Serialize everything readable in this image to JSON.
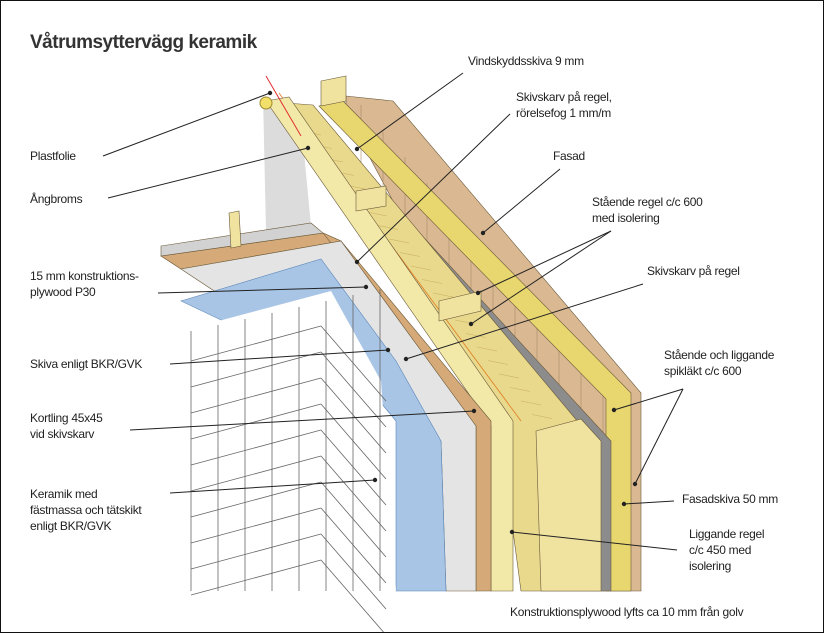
{
  "title": "Våtrumsyttervägg keramik",
  "labels": {
    "plastfolie": "Plastfolie",
    "angbroms": "Ångbroms",
    "vindskydd": "Vindskyddsskiva 9 mm",
    "skivskarv_rorelse_1": "Skivskarv på regel,",
    "skivskarv_rorelse_2": "rörelsefog 1 mm/m",
    "fasad": "Fasad",
    "staende_regel_1": "Stående regel c/c 600",
    "staende_regel_2": "med isolering",
    "skivskarv": "Skivskarv på regel",
    "plywood_1": "15 mm konstruktions-",
    "plywood_2": "plywood P30",
    "skiva_bkr": "Skiva enligt BKR/GVK",
    "spiklakt_1": "Stående och liggande",
    "spiklakt_2": "spikläkt c/c 600",
    "kortling_1": "Kortling 45x45",
    "kortling_2": "vid skivskarv",
    "keramik_1": "Keramik med",
    "keramik_2": "fästmassa och tätskikt",
    "keramik_3": "enligt BKR/GVK",
    "fasadskiva": "Fasadskiva 50 mm",
    "liggande_1": "Liggande regel",
    "liggande_2": "c/c 450 med",
    "liggande_3": "isolering",
    "footer": "Konstruktionsplywood lyfts ca 10 mm från golv"
  },
  "colors": {
    "facade": "#d9b892",
    "yellow": "#e8d66e",
    "insulation": "#e9d98c",
    "stud": "#f2e9a8",
    "plywood": "#d5aa78",
    "board": "#e4e4e4",
    "blue": "#a8c5e6",
    "grey": "#8c8c8c"
  }
}
